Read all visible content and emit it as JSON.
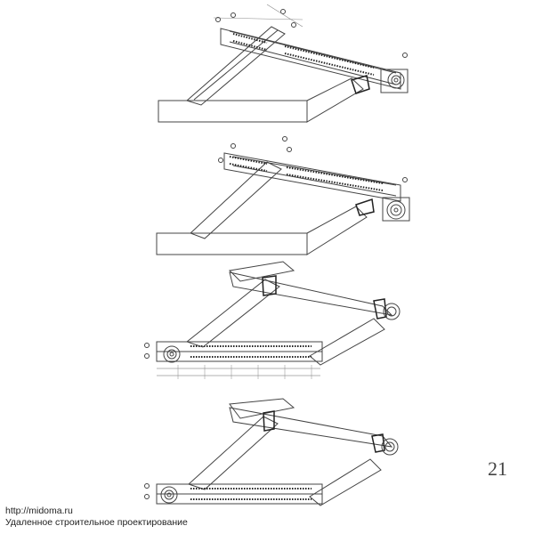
{
  "document": {
    "page_number": "21",
    "footer": {
      "url": "http://midoma.ru",
      "tagline": "Удаленное строительное проектирование"
    }
  },
  "drawings": [
    {
      "name": "stair-plan-1",
      "type": "floor-plan"
    },
    {
      "name": "stair-plan-2",
      "type": "floor-plan"
    },
    {
      "name": "stair-plan-3",
      "type": "floor-plan"
    },
    {
      "name": "stair-plan-4",
      "type": "floor-plan"
    }
  ]
}
